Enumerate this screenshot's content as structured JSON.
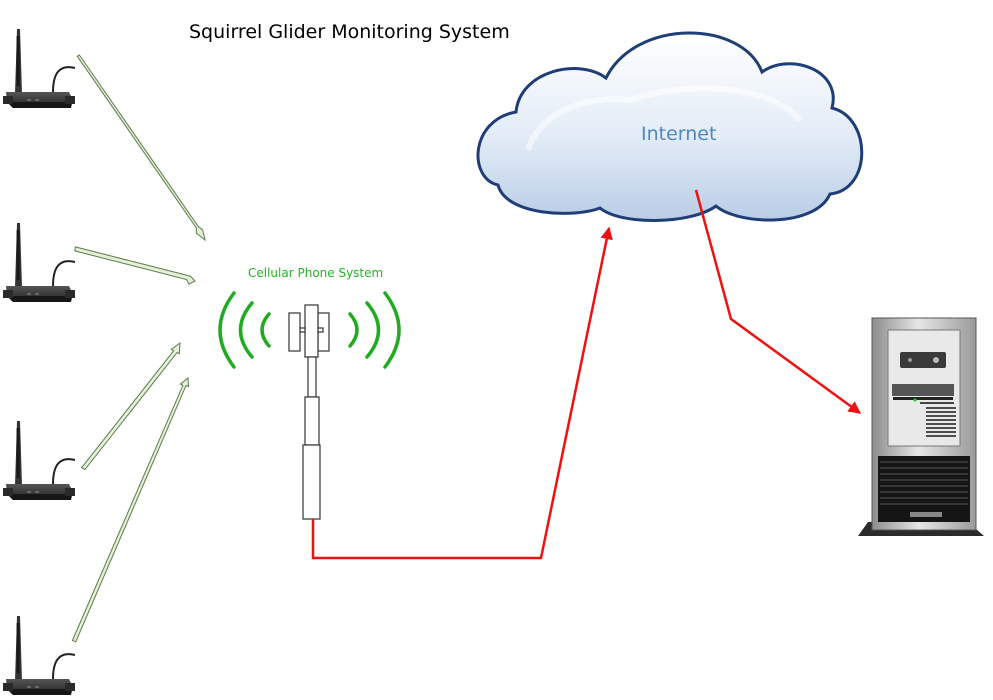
{
  "title": "Squirrel Glider Monitoring System",
  "cellular_label": "Cellular Phone System",
  "internet_label": "Internet",
  "colors": {
    "cellular_text": "#22b522",
    "internet_text": "#4f86c6",
    "signal_waves": "#22aa22",
    "wireless_arrows": "#e4f0d8",
    "wireless_arrow_outline": "#5a7a4a",
    "wired_link": "#ee1111",
    "cloud_fill": "#dce8f5",
    "cloud_outline": "#1f3e78"
  },
  "nodes": [
    {
      "id": "sensor-1",
      "icon": "wireless-sensor-router-icon"
    },
    {
      "id": "sensor-2",
      "icon": "wireless-sensor-router-icon"
    },
    {
      "id": "sensor-3",
      "icon": "wireless-sensor-router-icon"
    },
    {
      "id": "sensor-4",
      "icon": "wireless-sensor-router-icon"
    },
    {
      "id": "cell-tower",
      "icon": "cell-tower-icon"
    },
    {
      "id": "internet",
      "icon": "cloud-icon"
    },
    {
      "id": "server",
      "icon": "server-tower-icon"
    }
  ],
  "links": [
    {
      "from": "sensor-1",
      "to": "cell-tower",
      "type": "wireless"
    },
    {
      "from": "sensor-2",
      "to": "cell-tower",
      "type": "wireless"
    },
    {
      "from": "sensor-3",
      "to": "cell-tower",
      "type": "wireless"
    },
    {
      "from": "sensor-4",
      "to": "cell-tower",
      "type": "wireless"
    },
    {
      "from": "cell-tower",
      "to": "internet",
      "type": "wired"
    },
    {
      "from": "internet",
      "to": "server",
      "type": "wired"
    }
  ]
}
